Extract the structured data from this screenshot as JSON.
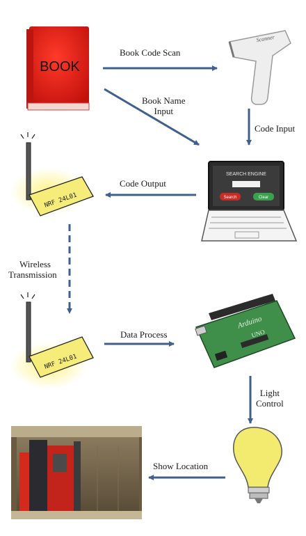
{
  "nodes": {
    "book": {
      "cover_text": "BOOK",
      "icon": "book-icon"
    },
    "scanner": {
      "brand_text": "Scanner",
      "icon": "barcode-scanner-icon"
    },
    "laptop": {
      "icon": "laptop-icon",
      "screen_title": "SEARCH ENGINE",
      "search_button": "Search",
      "clear_button": "Clear"
    },
    "radio_top": {
      "module_text": "NRF 24L01",
      "icon": "wireless-module-icon"
    },
    "radio_bottom": {
      "module_text": "NRF 24L01",
      "icon": "wireless-module-icon"
    },
    "arduino": {
      "board_text": "Arduino",
      "model_text": "UNO",
      "icon": "arduino-board-icon"
    },
    "bulb": {
      "icon": "light-bulb-icon"
    },
    "shelf": {
      "icon": "bookshelf-icon"
    }
  },
  "edges": {
    "book_to_scanner": "Book Code Scan",
    "book_to_laptop_line1": "Book Name",
    "book_to_laptop_line2": "Input",
    "scanner_to_laptop": "Code Input",
    "laptop_to_radio": "Code Output",
    "wireless_line1": "Wireless",
    "wireless_line2": "Transmission",
    "radio_to_arduino": "Data Process",
    "light_line1": "Light",
    "light_line2": "Control",
    "bulb_to_shelf": "Show Location"
  },
  "colors": {
    "arrow": "#3f5f8f",
    "book": "#e2231a",
    "module": "#f6ec7a",
    "board": "#3f8f4a",
    "bulb": "#f3ea70"
  }
}
